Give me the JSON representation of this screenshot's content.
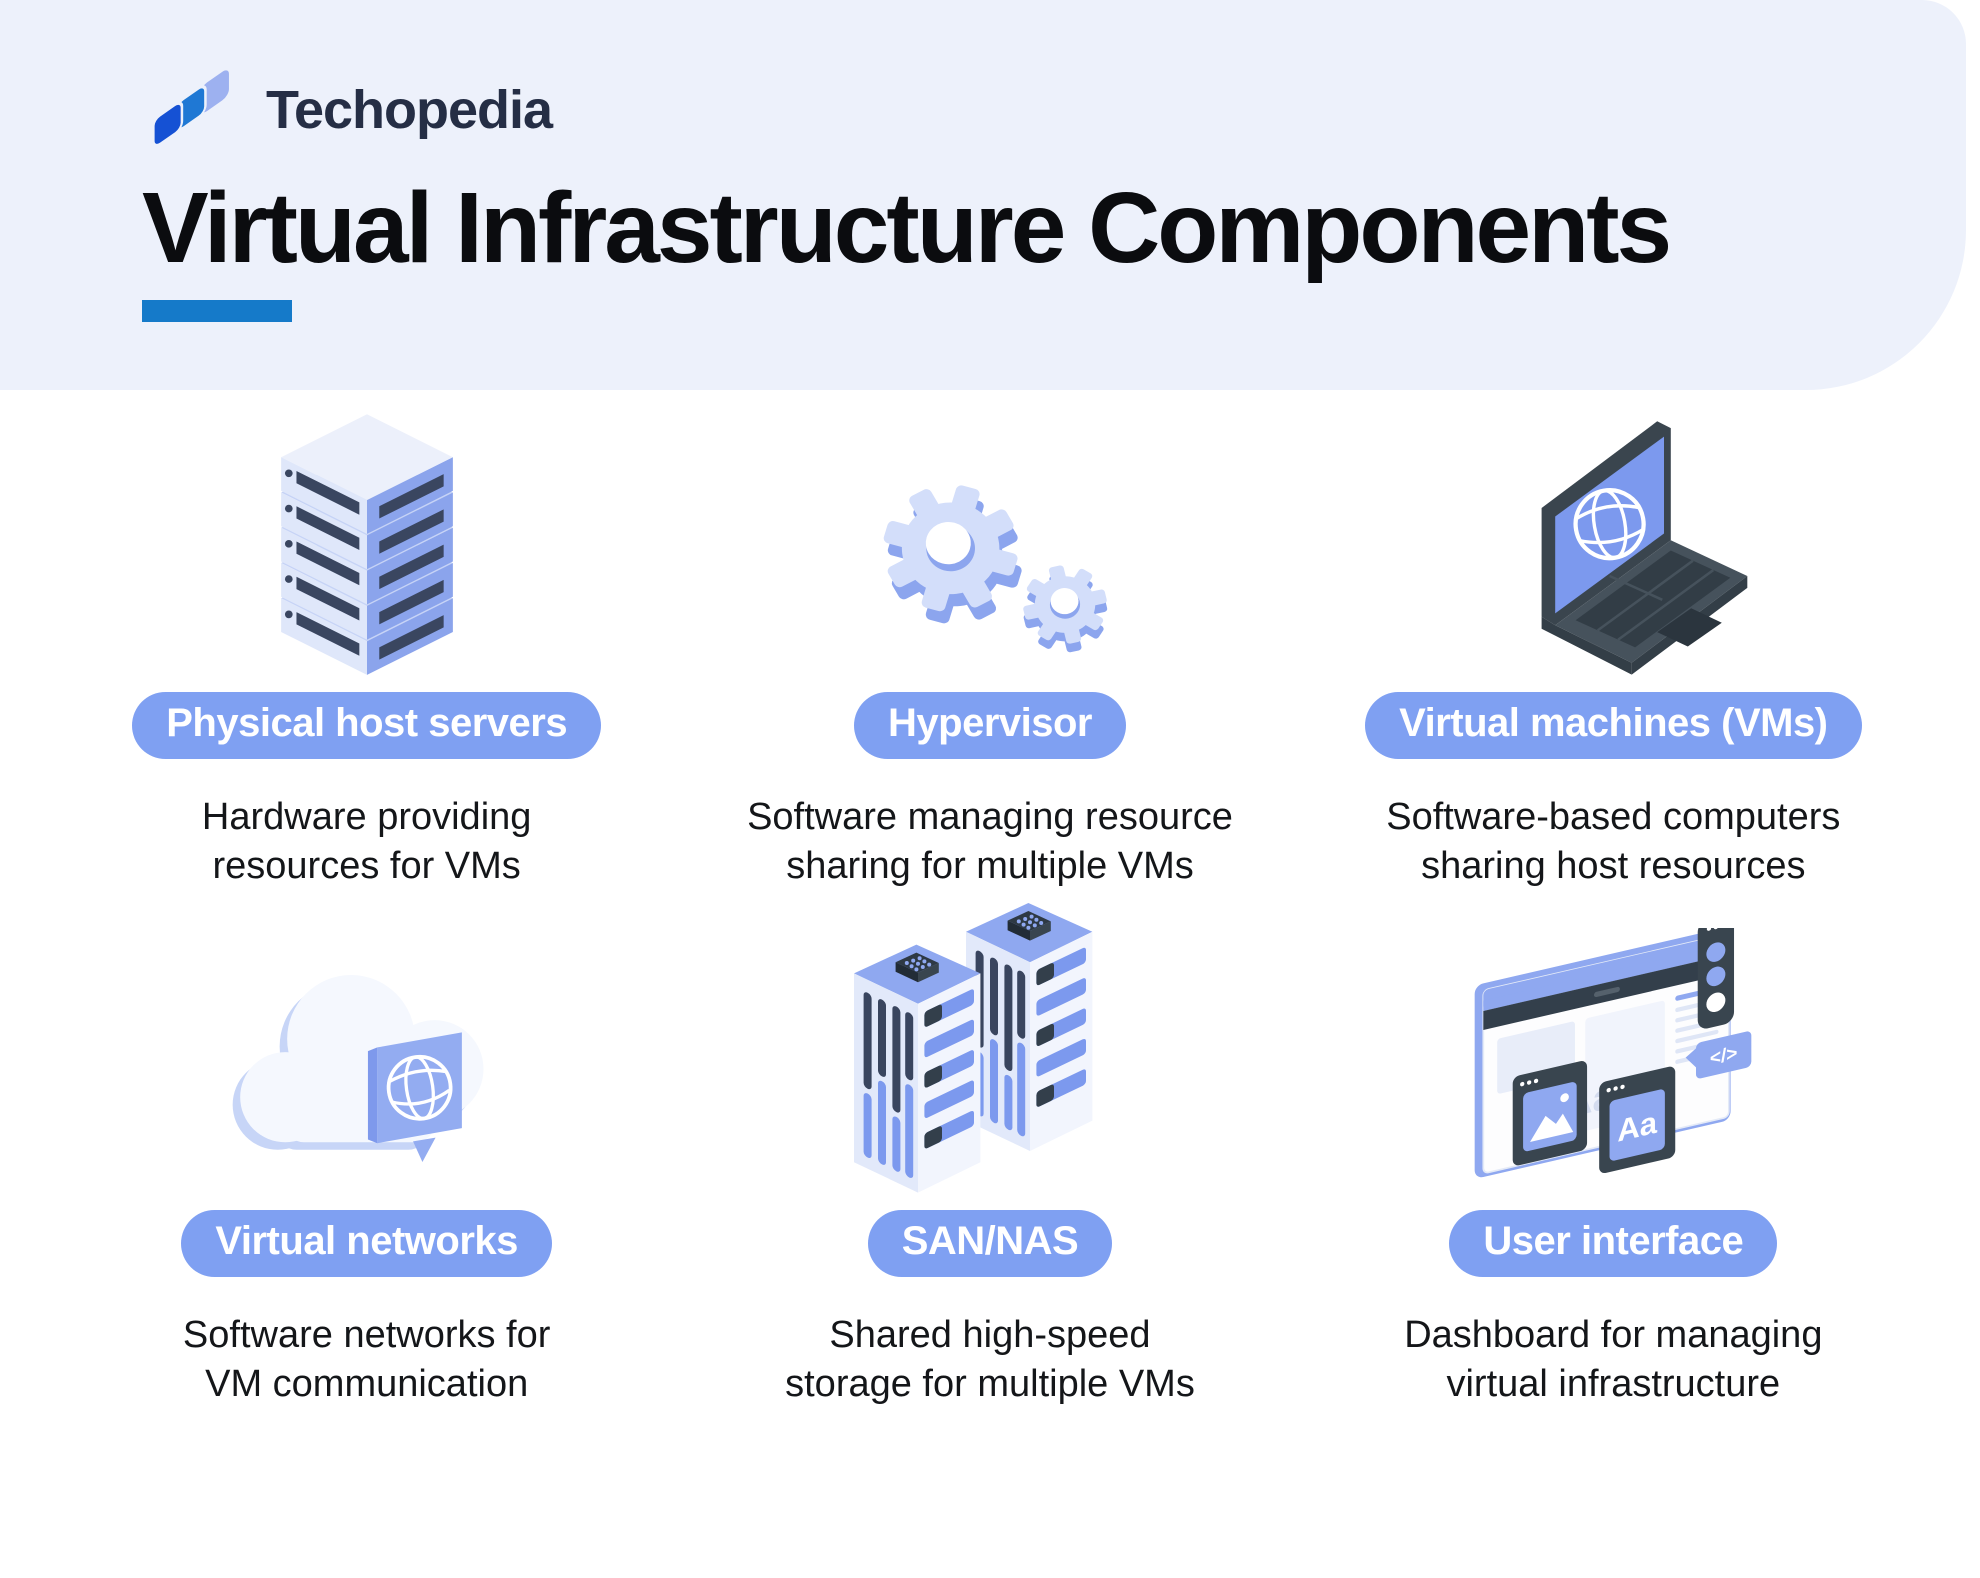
{
  "brand": {
    "name": "Techopedia",
    "logo_colors": [
      "#9DB1F0",
      "#1F78D4",
      "#1551D4"
    ]
  },
  "header": {
    "title": "Virtual Infrastructure Components"
  },
  "colors": {
    "header_bg": "#EDF1FB",
    "accent_bar": "#157AC9",
    "pill_bg": "#7FA0F2",
    "pill_text": "#FFFFFF",
    "body_text": "#141619",
    "icon_periwinkle": "#8FA8F0",
    "icon_light": "#E2E9FA",
    "icon_dark_slate": "#39454F"
  },
  "components": [
    {
      "id": "physical-host-servers",
      "label": "Physical host servers",
      "icon": "server-stack-icon",
      "desc_line1": "Hardware providing",
      "desc_line2": "resources for VMs"
    },
    {
      "id": "hypervisor",
      "label": "Hypervisor",
      "icon": "gears-icon",
      "desc_line1": "Software managing resource",
      "desc_line2": "sharing for multiple VMs"
    },
    {
      "id": "virtual-machines",
      "label": "Virtual machines (VMs)",
      "icon": "laptop-globe-icon",
      "desc_line1": "Software-based computers",
      "desc_line2": "sharing host resources"
    },
    {
      "id": "virtual-networks",
      "label": "Virtual networks",
      "icon": "cloud-globe-icon",
      "desc_line1": "Software networks for",
      "desc_line2": "VM communication"
    },
    {
      "id": "san-nas",
      "label": "SAN/NAS",
      "icon": "storage-towers-icon",
      "desc_line1": "Shared high-speed",
      "desc_line2": "storage for multiple VMs"
    },
    {
      "id": "user-interface",
      "label": "User interface",
      "icon": "dashboard-icon",
      "desc_line1": "Dashboard for managing",
      "desc_line2": "virtual infrastructure"
    }
  ]
}
